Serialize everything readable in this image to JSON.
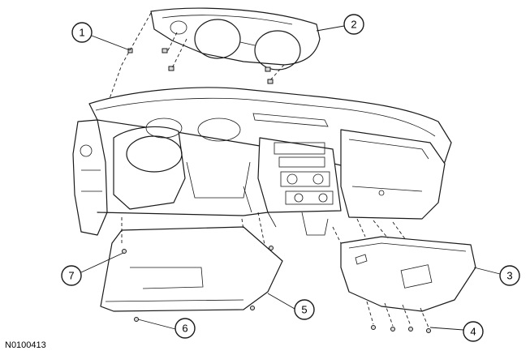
{
  "figure_id": "N0100413",
  "callouts": [
    {
      "label": "1"
    },
    {
      "label": "2"
    },
    {
      "label": "3"
    },
    {
      "label": "4"
    },
    {
      "label": "5"
    },
    {
      "label": "6"
    },
    {
      "label": "7"
    }
  ],
  "colors": {
    "line": "#1a1a1a",
    "background": "#ffffff"
  }
}
